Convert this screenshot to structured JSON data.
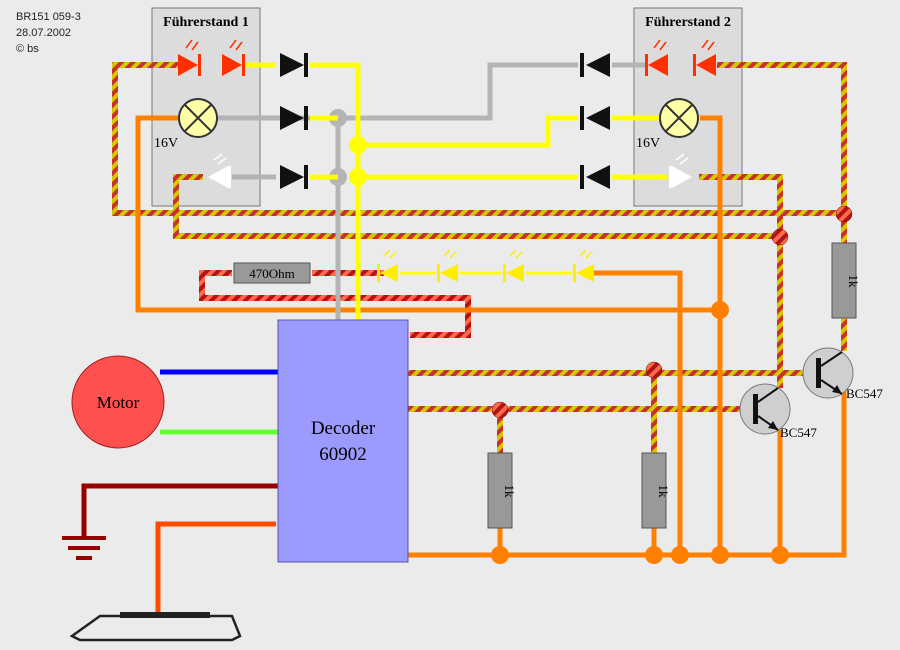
{
  "header": {
    "line1": "BR151 059-3",
    "line2": "28.07.2002",
    "line3": "© bs"
  },
  "cab1": {
    "title": "Führerstand 1",
    "lamp_voltage": "16V"
  },
  "cab2": {
    "title": "Führerstand 2",
    "lamp_voltage": "16V"
  },
  "resistor_470": "470Ohm",
  "resistor_1k_a": "1k",
  "resistor_1k_b": "1k",
  "resistor_1k_c": "1k",
  "motor_label": "Motor",
  "decoder": {
    "line1": "Decoder",
    "line2": "60902"
  },
  "transistor1": "BC547",
  "transistor2": "BC547",
  "colors": {
    "background": "#ebebeb",
    "yellow_wire": "#ffff00",
    "grey_wire": "#b4b4b4",
    "orange_wire": "#ff8000",
    "red_led": "#ff3000",
    "decoder_fill": "#9a9aff",
    "motor_fill": "#ff5050",
    "blue_wire": "#0000ff",
    "green_wire": "#66ff33",
    "dark_red_wire": "#990000"
  }
}
